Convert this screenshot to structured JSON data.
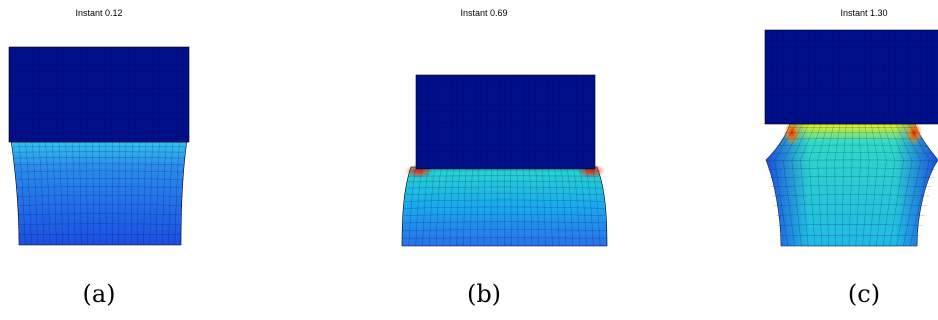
{
  "panels": [
    {
      "id": "a",
      "title": "Instant 0.12",
      "caption": "(a)"
    },
    {
      "id": "b",
      "title": "Instant 0.69",
      "caption": "(b)"
    },
    {
      "id": "c",
      "title": "Instant 1.30",
      "caption": "(c)"
    }
  ],
  "colors": {
    "indenter": "#00108c",
    "mesh_line": "#000000",
    "low": "#1a3fe0",
    "mid": "#20c8e8",
    "high": "#ff2a00"
  }
}
